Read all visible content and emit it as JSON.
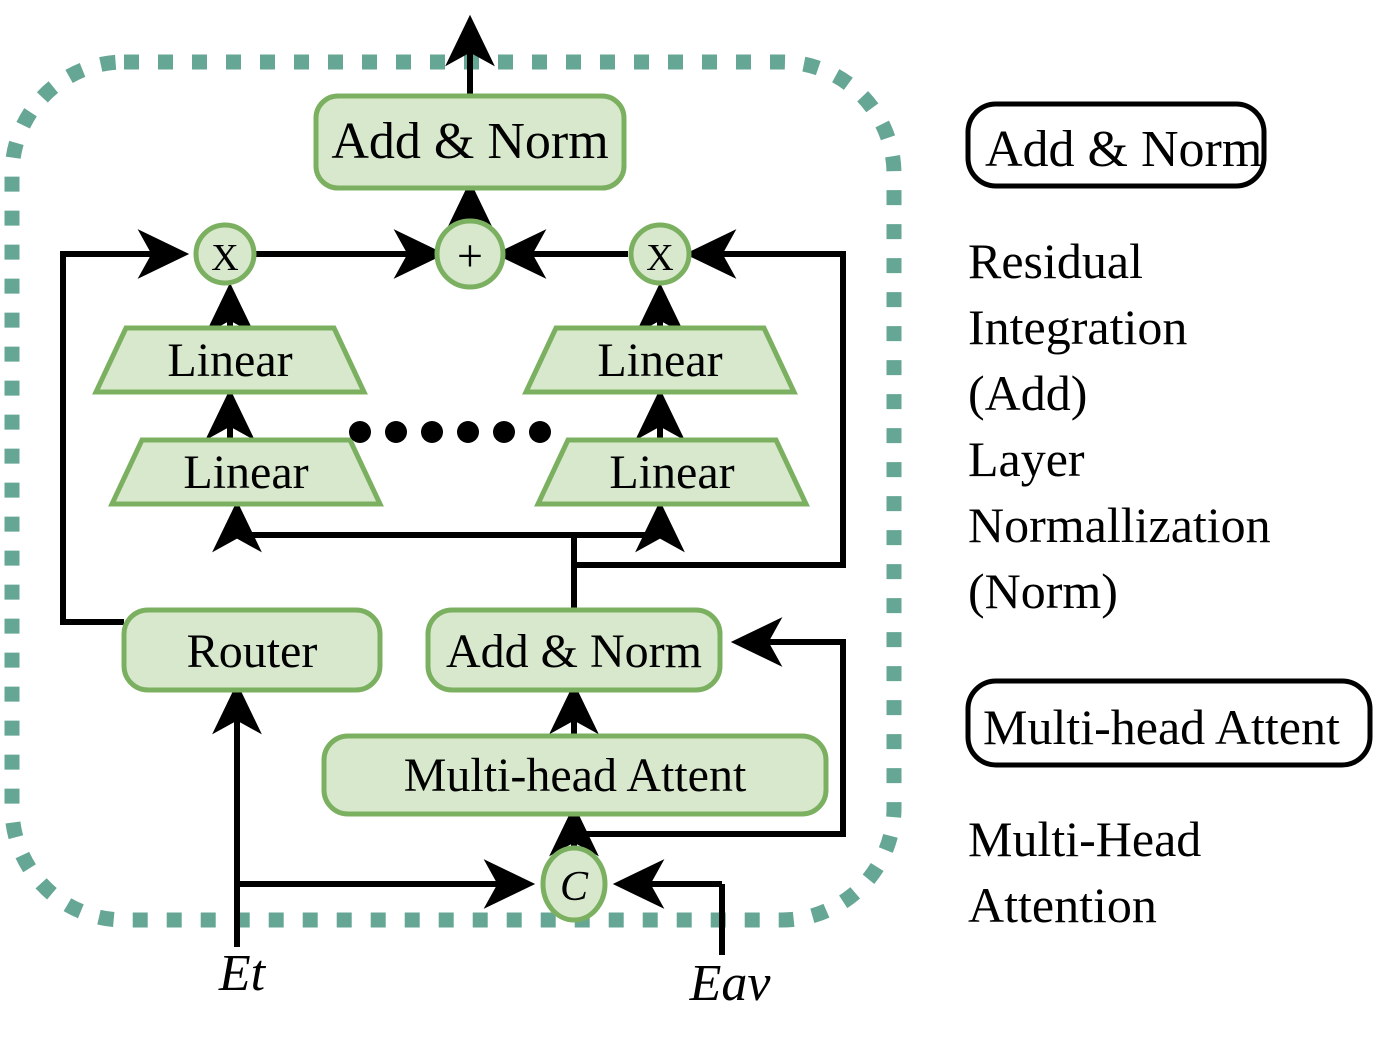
{
  "diagram": {
    "title": "MoE Transformer Block with Router and Multi-head Attention",
    "colors": {
      "block_fill": "#d7e8cd",
      "block_stroke": "#7cb061",
      "dashed_border": "#66a695",
      "line": "#000000",
      "text": "#000000",
      "background": "#ffffff"
    },
    "blocks": {
      "add_norm_top": "Add & Norm",
      "linear_left_upper": "Linear",
      "linear_left_lower": "Linear",
      "linear_right_upper": "Linear",
      "linear_right_lower": "Linear",
      "router": "Router",
      "add_norm_inner": "Add & Norm",
      "multi_head_attent": "Multi-head Attent"
    },
    "operators": {
      "mul_left": "X",
      "mul_right": "X",
      "add": "+",
      "concat": "C"
    },
    "inputs": {
      "left": "Et",
      "right": "Eav"
    },
    "ellipsis_dots": 6
  },
  "legend": {
    "entries": [
      {
        "box_label": "Add & Norm",
        "description_lines": [
          "Residual",
          "Integration",
          "(Add)",
          "Layer",
          "Normallization",
          "(Norm)"
        ]
      },
      {
        "box_label": "Multi-head Attent",
        "description_lines": [
          "Multi-Head",
          "Attention"
        ]
      }
    ]
  }
}
